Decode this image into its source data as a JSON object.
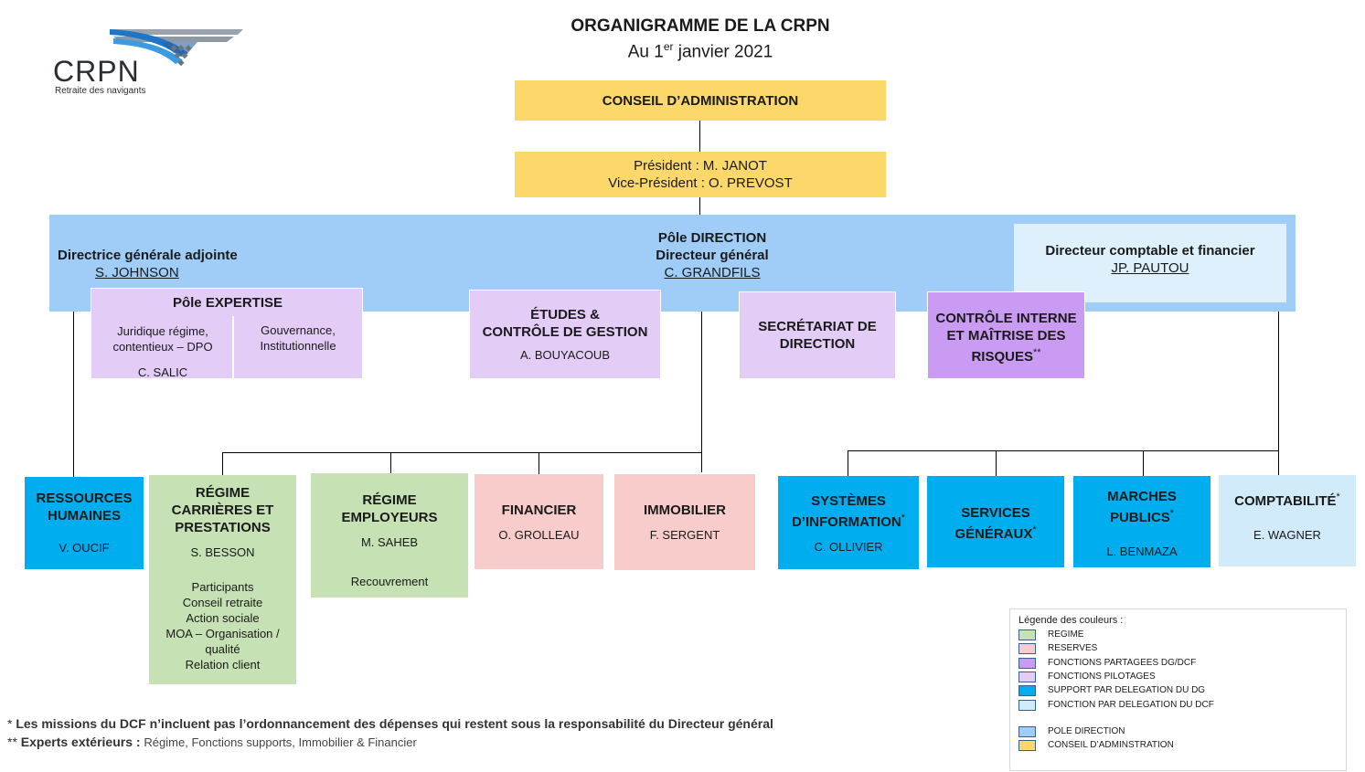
{
  "colors": {
    "conseil": "#FCD86B",
    "pole_direction": "#9FCDF8",
    "dcf_panel": "#DDF0FB",
    "fonctions_pilotages": "#E3CCF6",
    "fonctions_partagees": "#C99BF2",
    "support_dg": "#00AEEF",
    "regime": "#C6E2B5",
    "reserves": "#F9CCCC",
    "delegation_dcf": "#D2EBFA"
  },
  "logo": {
    "name": "CRPN",
    "tagline": "Retraite des navigants"
  },
  "header": {
    "title": "ORGANIGRAMME DE LA CRPN",
    "subtitle_prefix": "Au 1",
    "subtitle_sup": "er",
    "subtitle_suffix": " janvier 2021"
  },
  "conseil": {
    "label": "CONSEIL D’ADMINISTRATION"
  },
  "presidence": {
    "line1": "Président : M. JANOT",
    "line2": "Vice-Président : O. PREVOST"
  },
  "direction": {
    "pole": "Pôle DIRECTION",
    "dg_title": "Directeur général",
    "dg_name": "C. GRANDFILS",
    "dga_title": "Directrice générale adjointe",
    "dga_name": "S. JOHNSON ",
    "dcf_title": "Directeur comptable et financier",
    "dcf_name": "JP. PAUTOU"
  },
  "expertise": {
    "title": "Pôle EXPERTISE",
    "left_line1": "Juridique régime,",
    "left_line2": "contentieux – DPO",
    "left_name": "C. SALIC",
    "right_line1": "Gouvernance,",
    "right_line2": "Institutionnelle"
  },
  "etudes": {
    "line1": "ÉTUDES &",
    "line2": "CONTRÔLE DE GESTION",
    "name": "A. BOUYACOUB"
  },
  "secretariat": {
    "line1": "SECRÉTARIAT DE",
    "line2": "DIRECTION"
  },
  "controle": {
    "line1": "CONTRÔLE INTERNE",
    "line2": "ET MAÎTRISE DES",
    "line3": "RISQUES",
    "mark": "**"
  },
  "rh": {
    "line1": "RESSOURCES",
    "line2": "HUMAINES",
    "name": "V. OUCIF"
  },
  "regime_carrieres": {
    "line1": "RÉGIME",
    "line2": "CARRIÈRES ET",
    "line3": "PRESTATIONS",
    "name": "S. BESSON",
    "items": [
      "Participants",
      "Conseil retraite",
      "Action sociale",
      "MOA – Organisation /",
      "qualité",
      "Relation client"
    ]
  },
  "regime_employeurs": {
    "line1": "RÉGIME",
    "line2": "EMPLOYEURS",
    "name": "M. SAHEB",
    "sub": "Recouvrement"
  },
  "financier": {
    "label": "FINANCIER",
    "name": "O. GROLLEAU"
  },
  "immobilier": {
    "label": "IMMOBILIER",
    "name": "F. SERGENT"
  },
  "systemes": {
    "line1": "SYSTÈMES",
    "line2": "D’INFORMATION",
    "mark": "*",
    "name": "C. OLLIVIER"
  },
  "services": {
    "line1": "SERVICES",
    "line2": "GÉNÉRAUX",
    "mark": "*"
  },
  "marches": {
    "line1": "MARCHES",
    "line2": "PUBLICS",
    "mark": "*",
    "name": "L. BENMAZA"
  },
  "comptabilite": {
    "label": "COMPTABILITÉ",
    "mark": "*",
    "name": "E. WAGNER"
  },
  "legend": {
    "title": "Légende des couleurs :",
    "items": [
      {
        "label": "REGIME",
        "color": "#C6E2B5"
      },
      {
        "label": "RESERVES",
        "color": "#F9CCCC"
      },
      {
        "label": "FONCTIONS PARTAGEES DG/DCF",
        "color": "#C99BF2"
      },
      {
        "label": "FONCTIONS PILOTAGES",
        "color": "#E3CCF6"
      },
      {
        "label": "SUPPORT PAR DELEGATION DU DG",
        "color": "#00AEEF"
      },
      {
        "label": "FONCTION PAR DELEGATION DU DCF",
        "color": "#D2EBFA"
      },
      {
        "label": "POLE DIRECTION",
        "color": "#9FCDF8"
      },
      {
        "label": "CONSEIL D’ADMINSTRATION",
        "color": "#FCD86B"
      }
    ]
  },
  "footnotes": {
    "note1_mark": "* ",
    "note1_text": "Les missions du DCF n’incluent pas l’ordonnancement des dépenses qui restent sous la responsabilité du Directeur général",
    "note2_mark": "** ",
    "note2_bold": "Experts extérieurs : ",
    "note2_text": "Régime, Fonctions supports, Immobilier & Financier"
  }
}
